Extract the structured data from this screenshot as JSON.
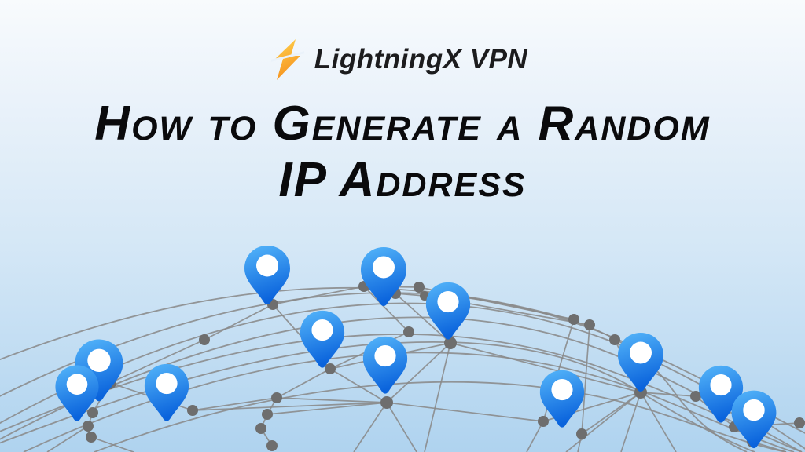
{
  "logo": {
    "icon": "lightning-bolt-icon",
    "label": "LightningX VPN"
  },
  "title": {
    "line1": "How to Generate a Random",
    "line2": "IP Address"
  },
  "colors": {
    "background_top": "#F8FBFD",
    "background_upper": "#EAF2FA",
    "background_mid": "#D4E7F6",
    "background_bottom": "#AFD3EF",
    "title_text": "#0A0A0C",
    "logo_text": "#1C1C1E",
    "bolt_gradient_start": "#FFD44F",
    "bolt_gradient_end": "#F6921E",
    "pin_gradient_start": "#55B6FA",
    "pin_gradient_end": "#0A63DC",
    "pin_inner_circle": "#FFFFFF",
    "network_line": "#8A8A8A",
    "network_dot": "#6E6E6E"
  },
  "illustration": {
    "name": "global-network-with-location-pins",
    "arcs": [
      "M -30 556 C 240 400 520 330 790 440 C 900 490 980 540 1030 576",
      "M -30 576 C 250 420 540 345 800 460 C 900 505 970 550 1020 576",
      "M -30 520 C 240 380 520 320 780 430 C 890 478 960 520 1040 560",
      "M -60 576 C 220 450 480 380 740 460 C 860 500 950 548 1020 576",
      "M 30 576 C 280 460 560 400 820 500 C 900 532 960 560 1010 576",
      "M -30 470 C 240 360 470 340 700 400 C 790 425 830 460 858 500 C 890 545 920 562 950 576",
      "M 120 576 C 340 490 620 450 850 530 C 910 550 960 568 1000 576",
      "M -30 576 C 140 510 300 455 460 440 C 600 428 720 440 815 500 C 870 534 920 560 960 576"
    ],
    "segments": [
      [
        347,
        388,
        463,
        365
      ],
      [
        463,
        365,
        533,
        366
      ],
      [
        503,
        374,
        540,
        377
      ],
      [
        533,
        366,
        730,
        407
      ],
      [
        540,
        377,
        750,
        414
      ],
      [
        463,
        365,
        520,
        423
      ],
      [
        533,
        366,
        573,
        437
      ],
      [
        503,
        374,
        573,
        437
      ],
      [
        520,
        423,
        420,
        470
      ],
      [
        573,
        437,
        420,
        470
      ],
      [
        347,
        388,
        420,
        470
      ],
      [
        260,
        433,
        347,
        388
      ],
      [
        140,
        488,
        260,
        433
      ],
      [
        140,
        488,
        118,
        526
      ],
      [
        118,
        526,
        112,
        543
      ],
      [
        112,
        543,
        116,
        557
      ],
      [
        112,
        543,
        60,
        576
      ],
      [
        116,
        557,
        170,
        576
      ],
      [
        140,
        488,
        245,
        523
      ],
      [
        245,
        523,
        352,
        507
      ],
      [
        352,
        507,
        420,
        470
      ],
      [
        352,
        507,
        340,
        528
      ],
      [
        340,
        528,
        332,
        546
      ],
      [
        332,
        546,
        346,
        568
      ],
      [
        730,
        407,
        691,
        537
      ],
      [
        750,
        414,
        740,
        553
      ],
      [
        782,
        433,
        815,
        500
      ],
      [
        815,
        500,
        691,
        537
      ],
      [
        815,
        500,
        740,
        553
      ],
      [
        815,
        500,
        885,
        505
      ],
      [
        815,
        500,
        720,
        576
      ],
      [
        815,
        500,
        790,
        576
      ],
      [
        815,
        500,
        860,
        576
      ],
      [
        815,
        500,
        573,
        437
      ],
      [
        885,
        505,
        934,
        544
      ],
      [
        934,
        544,
        957,
        563
      ],
      [
        957,
        563,
        1000,
        576
      ],
      [
        934,
        544,
        1017,
        539
      ],
      [
        1017,
        539,
        1060,
        532
      ],
      [
        492,
        513,
        420,
        470
      ],
      [
        492,
        513,
        352,
        507
      ],
      [
        492,
        513,
        573,
        437
      ],
      [
        492,
        513,
        691,
        537
      ],
      [
        492,
        513,
        450,
        576
      ],
      [
        492,
        513,
        530,
        576
      ],
      [
        492,
        513,
        245,
        523
      ],
      [
        492,
        513,
        340,
        528
      ],
      [
        573,
        437,
        540,
        576
      ],
      [
        691,
        537,
        670,
        576
      ],
      [
        740,
        553,
        735,
        576
      ]
    ],
    "dots": [
      [
        347,
        388,
        7
      ],
      [
        463,
        365,
        7
      ],
      [
        503,
        374,
        7
      ],
      [
        533,
        366,
        7
      ],
      [
        540,
        377,
        6
      ],
      [
        520,
        423,
        7
      ],
      [
        573,
        437,
        8
      ],
      [
        420,
        470,
        7
      ],
      [
        260,
        433,
        7
      ],
      [
        140,
        488,
        8
      ],
      [
        118,
        526,
        7
      ],
      [
        112,
        543,
        7
      ],
      [
        116,
        557,
        7
      ],
      [
        245,
        523,
        7
      ],
      [
        352,
        507,
        7
      ],
      [
        340,
        528,
        7
      ],
      [
        332,
        546,
        7
      ],
      [
        346,
        568,
        7
      ],
      [
        730,
        407,
        7
      ],
      [
        750,
        414,
        7
      ],
      [
        782,
        433,
        7
      ],
      [
        815,
        500,
        8
      ],
      [
        691,
        537,
        7
      ],
      [
        740,
        553,
        7
      ],
      [
        885,
        505,
        7
      ],
      [
        934,
        544,
        7
      ],
      [
        957,
        563,
        7
      ],
      [
        1017,
        539,
        7
      ],
      [
        492,
        513,
        8
      ]
    ],
    "pins": [
      [
        340,
        342,
        1.0
      ],
      [
        488,
        344,
        1.0
      ],
      [
        570,
        388,
        0.97
      ],
      [
        410,
        424,
        0.97
      ],
      [
        815,
        453,
        1.0
      ],
      [
        490,
        457,
        0.97
      ],
      [
        126,
        463,
        1.05
      ],
      [
        212,
        492,
        0.97
      ],
      [
        98,
        493,
        0.95
      ],
      [
        917,
        494,
        0.97
      ],
      [
        715,
        500,
        0.97
      ],
      [
        959,
        526,
        0.98
      ]
    ]
  }
}
